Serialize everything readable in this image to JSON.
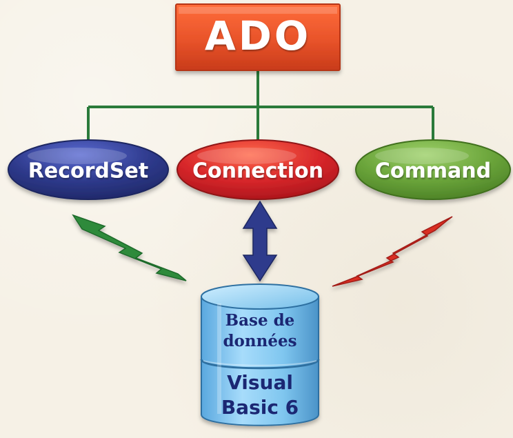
{
  "root": {
    "label": "ADO",
    "color": "#e8532a"
  },
  "children": [
    {
      "label": "RecordSet",
      "color": "#2e3a8c"
    },
    {
      "label": "Connection",
      "color": "#d7262a"
    },
    {
      "label": "Command",
      "color": "#6aa43a"
    }
  ],
  "database": {
    "top_line1": "Base de",
    "top_line2": "données",
    "bottom_line1": "Visual",
    "bottom_line2": "Basic 6",
    "color": "#7fc6ef"
  },
  "arrows": [
    {
      "from": "RecordSet",
      "to": "database",
      "color": "#2f8a3a",
      "style": "zigzag"
    },
    {
      "from": "Connection",
      "to": "database",
      "color": "#2e3a8c",
      "style": "double"
    },
    {
      "from": "Command",
      "to": "database",
      "color": "#d92d24",
      "style": "zigzag"
    }
  ],
  "connector_color": "#2a7a3a"
}
